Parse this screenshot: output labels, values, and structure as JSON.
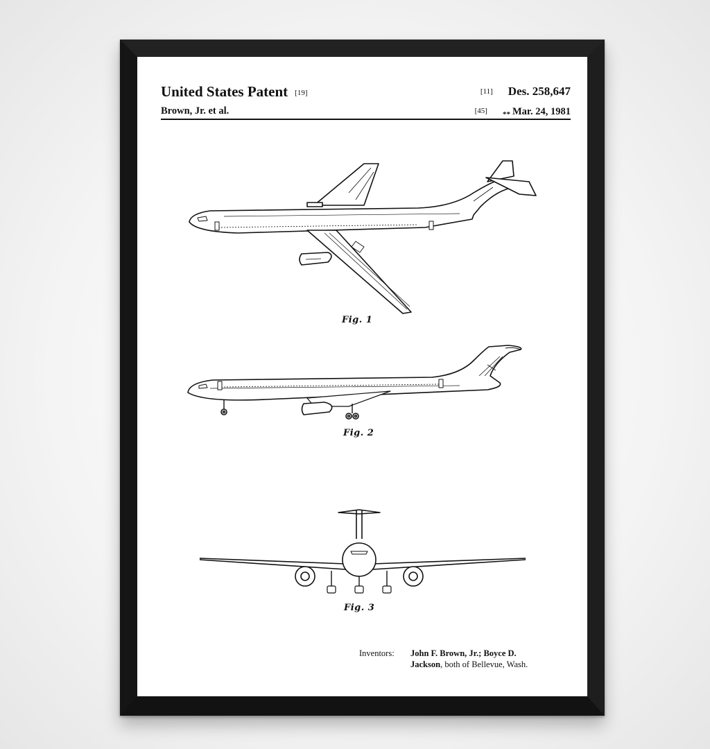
{
  "patent": {
    "office": "United States Patent",
    "office_ref": "[19]",
    "assignee": "Brown, Jr. et al.",
    "number_ref": "[11]",
    "number": "Des. 258,647",
    "date_ref": "[45]",
    "date_marker": "**",
    "date": "Mar. 24, 1981"
  },
  "figures": [
    {
      "caption": "Fig. 1",
      "view": "three-quarter top view of airliner"
    },
    {
      "caption": "Fig. 2",
      "view": "side view of airliner"
    },
    {
      "caption": "Fig. 3",
      "view": "front view of airliner"
    }
  ],
  "inventors": {
    "label": "Inventors:",
    "line1_bold": "John F. Brown, Jr.; Boyce D.",
    "line2_bold": "Jackson",
    "line2_rest": ", both of Bellevue, Wash."
  },
  "colors": {
    "frame": "#1a1a1a",
    "paper": "#ffffff",
    "ink": "#111111"
  }
}
